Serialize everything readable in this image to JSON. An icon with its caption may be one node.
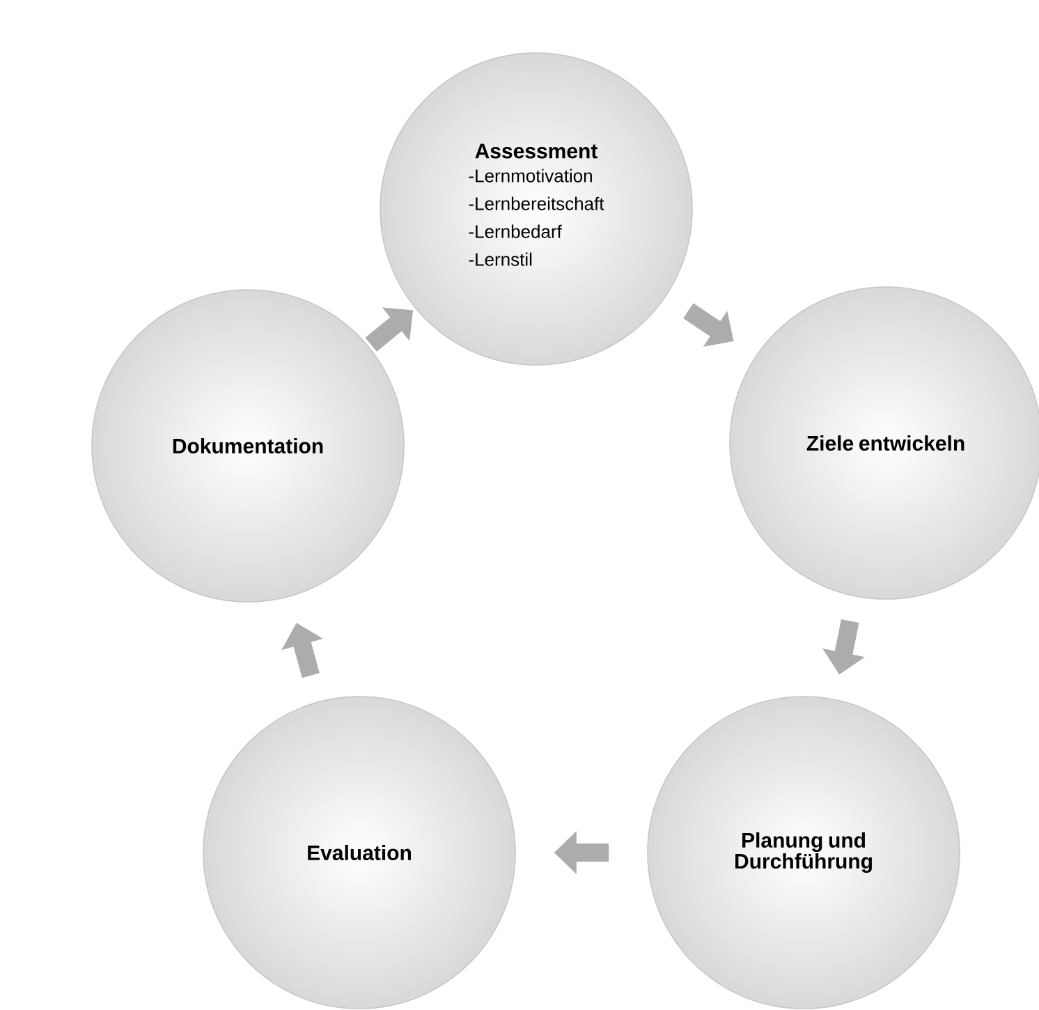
{
  "diagram": {
    "nodes": [
      {
        "text": [
          "Assessment",
          "-Lernmotivation",
          "-Lernbereitschaft",
          "-Lernbedarf",
          "-Lernstil"
        ]
      },
      {
        "text": [
          "Ziele entwickeln"
        ]
      },
      {
        "text": [
          "Planung und Durchführung"
        ]
      },
      {
        "text": [
          "Evaluation"
        ]
      },
      {
        "text": [
          "Dokumentation"
        ]
      }
    ],
    "edges": [
      {
        "from": 0,
        "to": 1,
        "arrow": "to"
      },
      {
        "from": 1,
        "to": 2,
        "arrow": "to"
      },
      {
        "from": 2,
        "to": 3,
        "arrow": "to"
      },
      {
        "from": 3,
        "to": 4,
        "arrow": "to"
      },
      {
        "from": 4,
        "to": 0,
        "arrow": "to"
      }
    ]
  }
}
